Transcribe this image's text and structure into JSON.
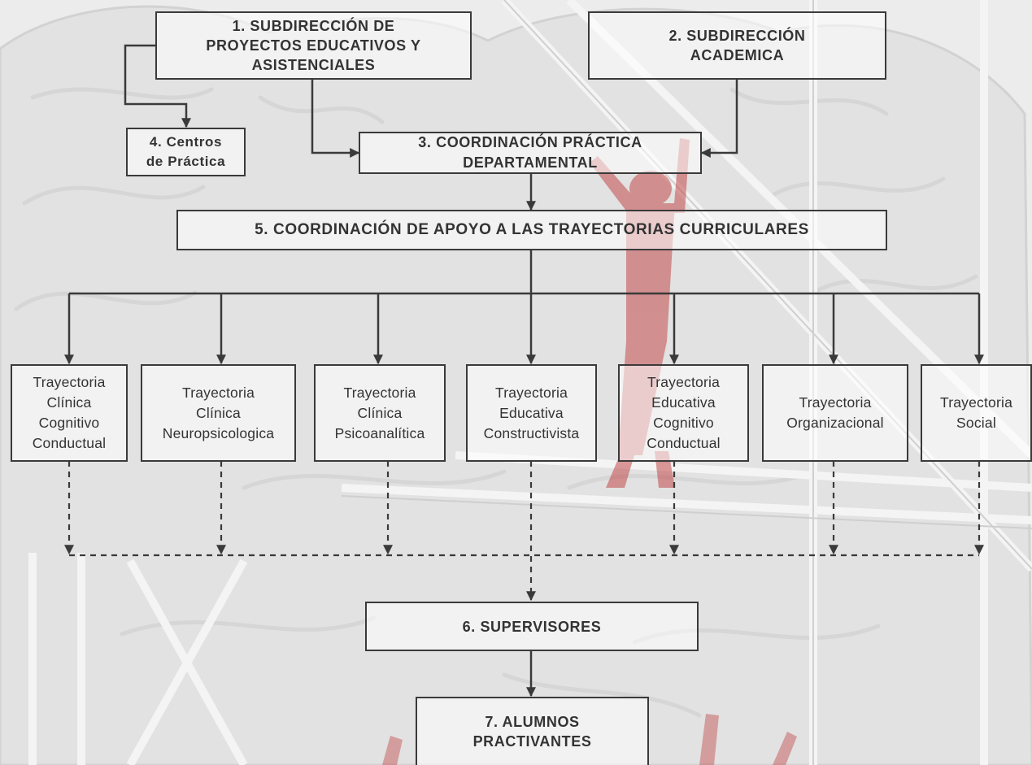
{
  "nodes": {
    "n1": "1. SUBDIRECCIÓN DE\nPROYECTOS EDUCATIVOS Y\nASISTENCIALES",
    "n2": "2. SUBDIRECCIÓN\nACADEMICA",
    "n3": "3. COORDINACIÓN PRÁCTICA\nDEPARTAMENTAL",
    "n4": "4. Centros\nde Práctica",
    "n5": "5. COORDINACIÓN DE APOYO A LAS TRAYECTORIAS CURRICULARES",
    "n6": "6. SUPERVISORES",
    "n7": "7. ALUMNOS\nPRACTIVANTES"
  },
  "trajectories": [
    "Trayectoria\nClínica\nCognitivo\nConductual",
    "Trayectoria\nClínica\nNeuropsicologica",
    "Trayectoria\nClínica\nPsicoanalítica",
    "Trayectoria\nEducativa\nConstructivista",
    "Trayectoria\nEducativa\nCognitivo\nConductual",
    "Trayectoria\nOrganizacional",
    "Trayectoria\nSocial"
  ],
  "colors": {
    "line": "#3a3a3a",
    "figure": "#c24a4a",
    "background": "#ececec"
  }
}
